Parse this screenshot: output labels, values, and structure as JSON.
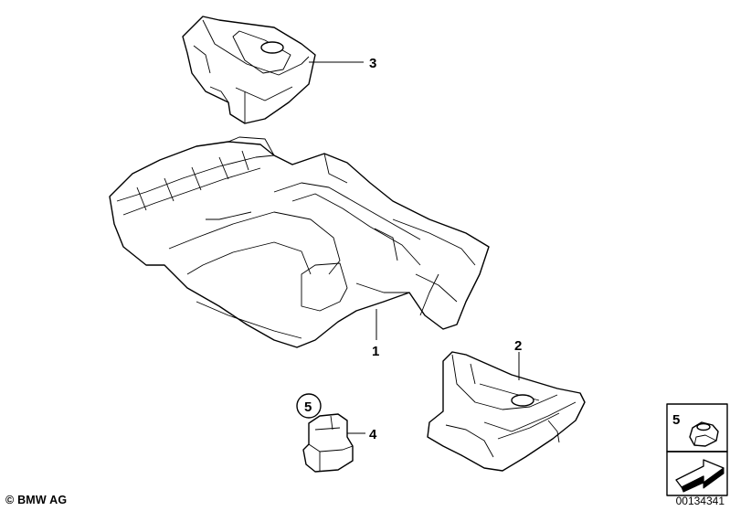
{
  "callouts": {
    "part_1": "1",
    "part_2": "2",
    "part_3": "3",
    "part_4": "4",
    "part_5_circled": "5",
    "part_5_legend": "5"
  },
  "footer": {
    "copyright": "© BMW AG",
    "drawing_number": "00134341"
  }
}
